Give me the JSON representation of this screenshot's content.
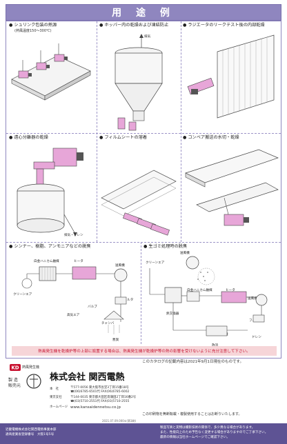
{
  "header": {
    "title": "用 途 例"
  },
  "cells": {
    "shrink": {
      "title": "シュリンク包装の熱源",
      "subtitle": "(熱風温度150～300℃)"
    },
    "hopper": {
      "title": "ホッパー内の乾燥および凍結防止",
      "exhaust": "排気"
    },
    "radiator": {
      "title": "ラジエータのリークテスト後の内部乾燥"
    },
    "centrifuge": {
      "title": "遠心分離器の乾燥",
      "drain": "排気・ドレン"
    },
    "film": {
      "title": "フィルムシートの溶着"
    },
    "conveyor": {
      "title": "コンベア搬送の水切・乾燥"
    },
    "thinner": {
      "title": "シンナー、樹脂、アンモニアなどの脱臭",
      "labels": {
        "catalyst": "白金ハニカム触媒",
        "heater": "ヒータ",
        "blower": "送風機",
        "clean_air": "クリーンエア",
        "filter": "フィルタ",
        "valve": "バルブ",
        "gas_press": "高気エア",
        "chamber": "チャンバ",
        "source": "悪臭"
      }
    },
    "garbage": {
      "title": "生ゴミ処理時の脱臭",
      "labels": {
        "blower": "送風機",
        "clean_air": "クリーンエア",
        "catalyst": "白金ハニカム触媒",
        "heater": "ヒータ",
        "heat_exch": "熱交換器",
        "filter": "フィルタ",
        "processor": "生ゴミ処理機",
        "drain": "ドレン",
        "discharge": "放流"
      }
    }
  },
  "notice": "熱風発生機を乾燥炉等の上部に設置する場合は、熱風発生機が乾燥炉等の熱の影響を受けないように充分注意して下さい。",
  "footer": {
    "logo_text": "熱風発生機",
    "maker_label": "製 造\n販売元",
    "company_name": "株式会社 関西電熱",
    "catalog_note": "このカタログの記載内容は2021年9月1日現在のものです。",
    "honsha_label": "本　社",
    "honsha_addr": "〒577-0056 東大阪市長堂3丁目15番18号",
    "honsha_tel": "☎(06)6785-6501代 FAX(06)6785-6002",
    "factory_label": "東京支社",
    "factory_addr": "〒144-0035 東京都大田区南蒲田2丁目16番2号",
    "factory_tel": "☎(03)5710-2551代 FAX(03)5710-2555",
    "web_label": "ホームページ",
    "web_url": "www.kansaidennetsu.co.jp",
    "print_code": "2021.07.09.000①(第3刷)",
    "reprint_note": "この印刷物を無断転載・複製使用することはお断りいたします。"
  },
  "bottom": {
    "left_line1": "近畿電機株式会社関西電熱事業本部",
    "left_line2": "通商産業省登録番号　大阪1号5号",
    "right_line1": "製品写真と実物は撮影技術の関係で、多少異なる場合があります。",
    "right_line2": "また、性能向上のため予告なく変更する場合がありますのでご了承下さい。",
    "right_line3": "最新の情報は当社ホームページでご確認下さい。"
  },
  "colors": {
    "accent": "#8f86bf",
    "dark_band": "#5e5394",
    "notice_bg": "#f6d5d8",
    "notice_text": "#c8102e",
    "heater_pink": "#e7a6d8"
  }
}
